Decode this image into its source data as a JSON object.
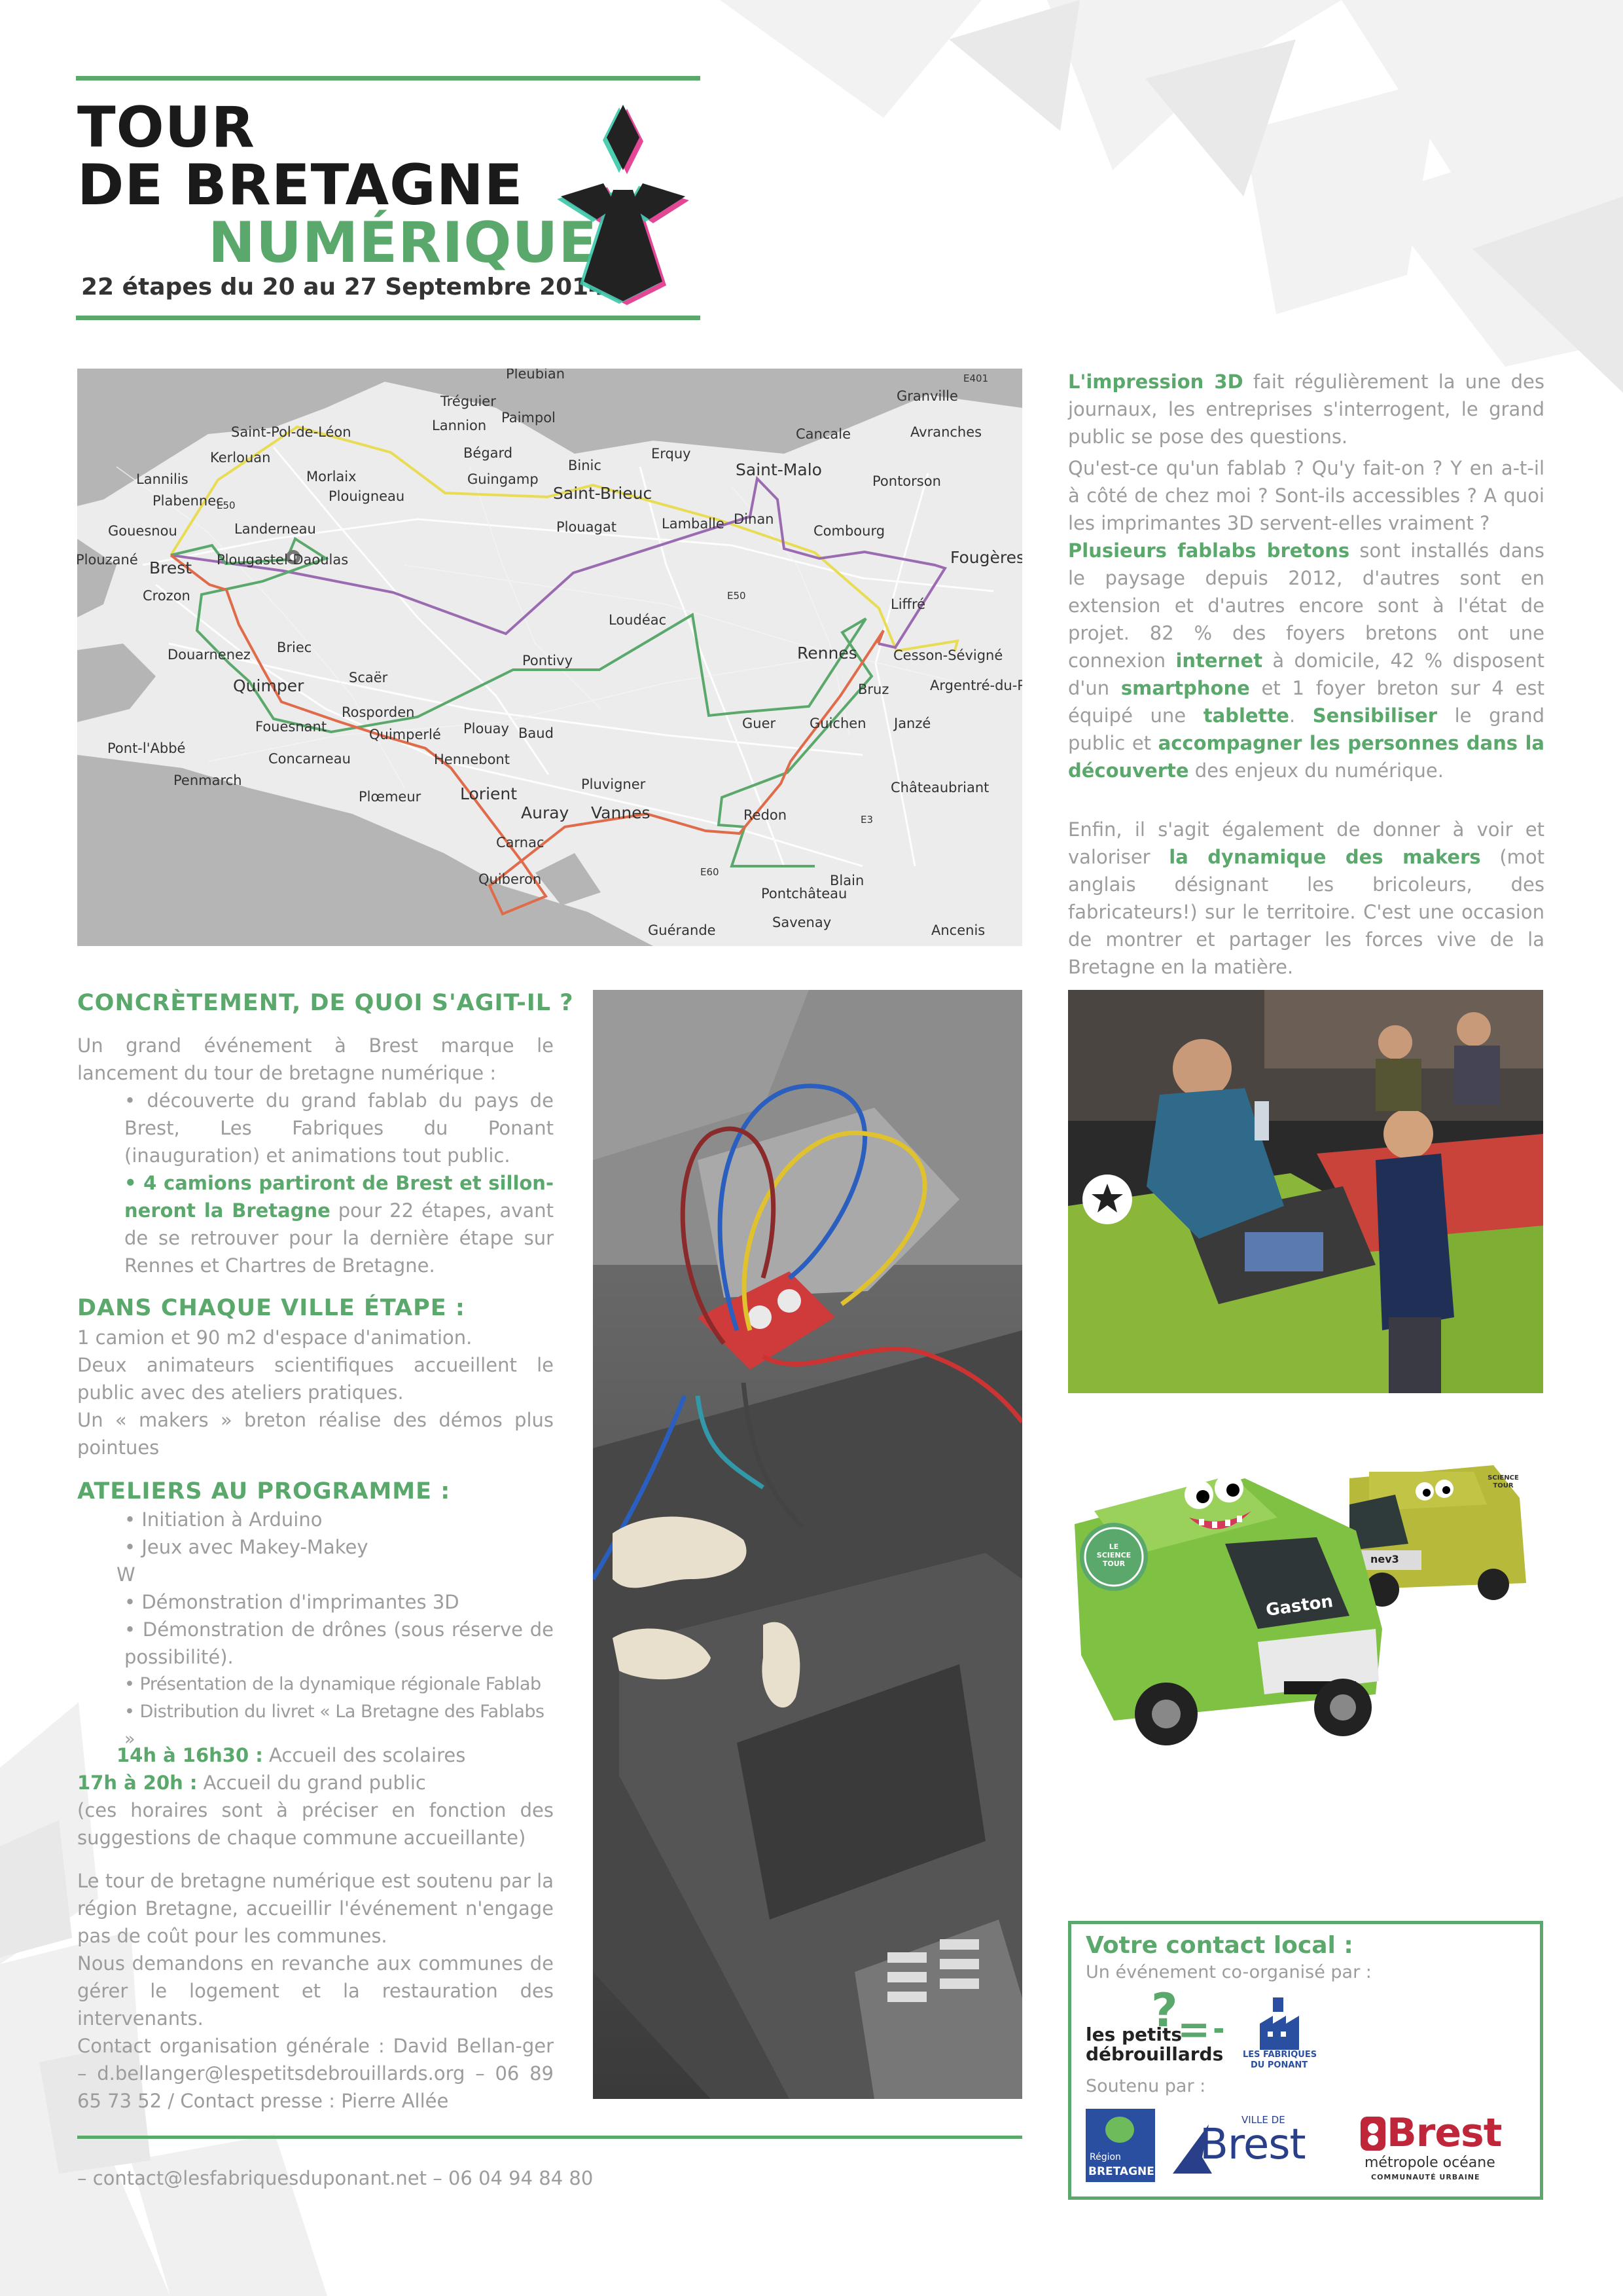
{
  "header": {
    "title_line1": "TOUR",
    "title_line2": "DE BRETAGNE",
    "title_line3": "NUMÉRIQUE",
    "subtitle": "22 étapes du 20 au 27 Septembre 2014"
  },
  "map": {
    "places": [
      "Pleubian",
      "Tréguier",
      "Paimpol",
      "Lannion",
      "Granville",
      "E401",
      "Cancale",
      "Avranches",
      "Saint-Pol-de-Léon",
      "Kerlouan",
      "Lannilis",
      "Morlaix",
      "Plouigneau",
      "Bégard",
      "Binic",
      "Erquy",
      "Guingamp",
      "Saint-Malo",
      "Pontorson",
      "Saint-Brieuc",
      "Plabennec",
      "Gouesnou",
      "Landerneau",
      "E50",
      "Plougastel-Daoulas",
      "Plouzané",
      "Brest",
      "Crozon",
      "Plouagat",
      "Lamballe",
      "Dinan",
      "Combourg",
      "Fougères",
      "Loudéac",
      "E50",
      "Liffré",
      "Douarnenez",
      "Briec",
      "Quimper",
      "Scaër",
      "Pontivy",
      "Rennes",
      "Cesson-Sévigné",
      "Argentré-du-Plessis",
      "Rosporden",
      "Fouesnant",
      "Quimperlé",
      "Plouay",
      "Baud",
      "Bruz",
      "Guer",
      "Guichen",
      "Janzé",
      "Pont-l'Abbé",
      "Concarneau",
      "Hennebont",
      "Penmarch",
      "Plœmeur",
      "Lorient",
      "Pluvigner",
      "Châteaubriant",
      "Auray",
      "Vannes",
      "Redon",
      "Carnac",
      "E3",
      "Quiberon",
      "Pontchâteau",
      "Blain",
      "Savenay",
      "E60",
      "Guérande",
      "Ancenis"
    ]
  },
  "right_text": {
    "p1_bold": "L'impression 3D",
    "p1_rest": " fait régulièrement la une des journaux, les entreprises s'interrogent, le grand public se pose des questions.",
    "p2_a": "Qu'est-ce qu'un fablab ? Qu'y fait-on ? Y en a-t-il à côté de chez moi ? Sont-ils accessibles ? A quoi les imprimantes 3D servent-elles vraiment ?",
    "p2_b_bold": "Plusieurs fablabs bretons",
    "p2_b": " sont installés dans le paysage depuis 2012, d'autres sont en extension et d'autres encore sont à l'état de projet. 82 % des foyers bretons ont une connexion ",
    "p2_internet": "internet",
    "p2_c": " à domicile, 42 % disposent d'un ",
    "p2_smartphone": "smartphone",
    "p2_d": " et 1 foyer breton sur 4 est équipé une ",
    "p2_tablette": "tablette",
    "p2_e": ".",
    "p2_sensibiliser": "Sensibiliser",
    "p2_f": " le grand public et ",
    "p2_accompagner": "accompagner les personnes dans la découverte",
    "p2_g": " des enjeux du numérique.",
    "p3_a": "Enfin, il s'agit également de donner à voir et valoriser ",
    "p3_bold": "la dynamique des makers",
    "p3_b": " (mot anglais désignant les bricoleurs, des fabricateurs!)  sur le territoire. C'est une occasion de montrer et partager les forces vive de la Bretagne en la matière."
  },
  "left_text": {
    "h_concretement": "CONCRÈTEMENT, DE QUOI S'AGIT-IL ?",
    "c1": "Un grand événement à Brest marque le lancement du tour de bretagne numérique :",
    "c2": "• découverte du grand fablab du pays de Brest, Les Fabriques du Ponant (inauguration) et animations tout public.",
    "c3_bold": "• 4 camions partiront de Brest et sillon-neront la Bretagne",
    "c3_rest": " pour 22 étapes, avant de se retrouver pour la dernière étape sur Rennes et Chartres de Bretagne.",
    "h_ville": "DANS CHAQUE VILLE ÉTAPE :",
    "v1": "1 camion et 90 m2 d'espace d'animation.",
    "v2": "Deux animateurs scientifiques accueillent le public avec des ateliers pratiques.",
    "v3": "Un « makers » breton réalise des démos plus pointues",
    "h_ateliers": "ATELIERS AU PROGRAMME :",
    "a1": "• Initiation à Arduino",
    "a2": "• Jeux avec Makey-Makey",
    "a3": "W",
    "a4": "• Démonstration d'imprimantes 3D",
    "a5": "• Démonstration de drônes (sous réserve de possibilité).",
    "a6": "• Présentation de la dynamique régionale Fablab",
    "a7": "• Distribution du livret « La Bretagne des Fablabs »",
    "t1_bold": "14h à 16h30 :",
    "t1_rest": " Accueil des scolaires",
    "t2_bold": "17h à 20h :",
    "t2_rest": " Accueil du grand public",
    "t3": "(ces horaires sont à préciser en fonction des suggestions de chaque commune accueillante)",
    "s1": "Le tour de bretagne numérique est soutenu par la région Bretagne, accueillir l'événement n'engage pas de coût pour les communes.",
    "s2": "Nous demandons en revanche aux communes de gérer le logement et la restauration des intervenants.",
    "s3": "Contact organisation générale : David Bellan-ger  –  d.bellanger@lespetitsdebrouillards.org – 06 89 65 73 52  / Contact presse : Pierre Allée",
    "footer": "– contact@lesfabriquesduponant.net – 06 04 94 84 80"
  },
  "truck": {
    "side1": "LE SCIENCE TOUR",
    "name": "Gaston",
    "side2": "SCIENCE TOUR",
    "plate": "nev3"
  },
  "contact_box": {
    "title": "Votre contact local :",
    "coorg": "Un événement co-organisé par :",
    "lpd1": "les petits",
    "lpd2": "débrouillards",
    "fdp1": "LES FABRIQUES",
    "fdp2": "DU PONANT",
    "soutenu": "Soutenu par :",
    "region1": "Région",
    "region2": "BRETAGNE",
    "ville_small": "VILLE DE",
    "ville_big": "Brest",
    "metro_big": "Brest",
    "metro2": "métropole océane",
    "metro3": "COMMUNAUTÉ URBAINE"
  },
  "colors": {
    "accent": "#5aa86b",
    "title_dark": "#1a1a1a",
    "body_text": "#9c9c9c"
  }
}
